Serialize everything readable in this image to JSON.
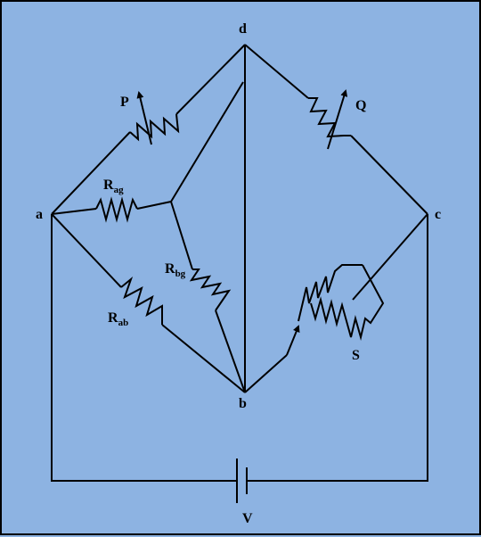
{
  "nodes": {
    "a": "a",
    "b": "b",
    "c": "c",
    "d": "d"
  },
  "components": {
    "P": "P",
    "Q": "Q",
    "S": "S",
    "V": "V",
    "R_ag": {
      "main": "R",
      "sub": "ag"
    },
    "R_bg": {
      "main": "R",
      "sub": "bg"
    },
    "R_ab": {
      "main": "R",
      "sub": "ab"
    }
  },
  "colors": {
    "background": "#8db3e2",
    "line": "#000000"
  }
}
